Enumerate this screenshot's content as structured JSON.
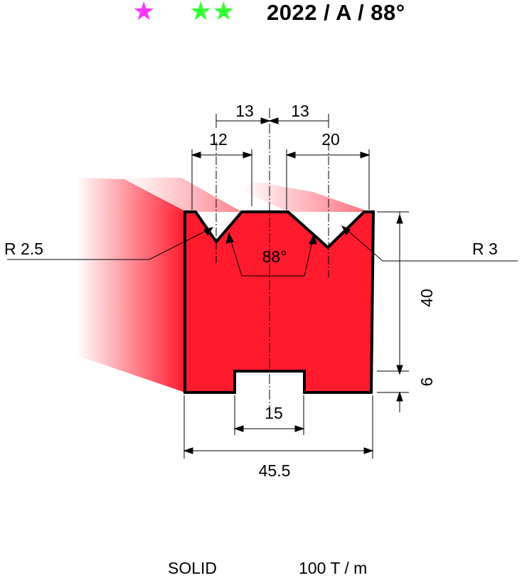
{
  "header": {
    "rating_star_1": "★",
    "rating_star_1_color": "#ff33ff",
    "rating_stars_2": "★★",
    "rating_stars_2_color": "#33ff33",
    "title": "2022 / A / 88°"
  },
  "dimensions": {
    "top_left_half": "13",
    "top_right_half": "13",
    "left_v_width": "12",
    "right_v_width": "20",
    "angle": "88°",
    "left_radius": "R 2.5",
    "right_radius": "R 3",
    "height": "40",
    "base_height": "6",
    "slot_width": "15",
    "total_width": "45.5"
  },
  "footer": {
    "type": "SOLID",
    "capacity": "100 T / m"
  },
  "colors": {
    "body": "#ff1a2e",
    "outline": "#000000"
  }
}
